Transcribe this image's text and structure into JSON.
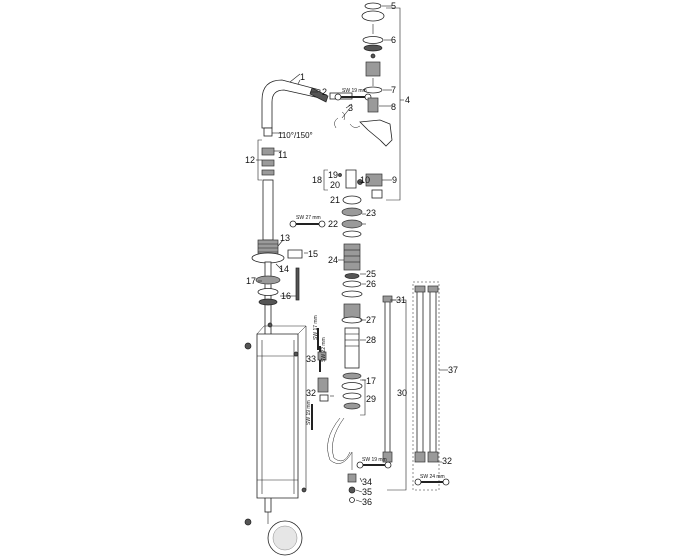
{
  "callouts": {
    "c1": "1",
    "c2": "2",
    "c3": "3",
    "c4": "4",
    "c5": "5",
    "c6": "6",
    "c7": "7",
    "c8": "8",
    "c9": "9",
    "c10": "10",
    "c11": "11",
    "c12": "12",
    "c13": "13",
    "c14": "14",
    "c15": "15",
    "c16": "16",
    "c17a": "17",
    "c17b": "17",
    "c18": "18",
    "c19": "19",
    "c20": "20",
    "c21": "21",
    "c22": "22",
    "c23": "23",
    "c24": "24",
    "c25": "25",
    "c26": "26",
    "c27": "27",
    "c28": "28",
    "c29": "29",
    "c30": "30",
    "c31": "31",
    "c32a": "32",
    "c32b": "32",
    "c33": "33",
    "c34": "34",
    "c35": "35",
    "c36": "36",
    "c37": "37"
  },
  "angle_label": "110°/150°",
  "wrench_labels": {
    "sw19_top": "SW 19 mm",
    "sw27": "SW 27 mm",
    "sw17": "SW 17 mm",
    "sw22": "SW 22 mm",
    "sw19_left": "SW 19 mm",
    "sw19_bottom": "SW 19 mm",
    "sw24": "SW 24 mm"
  }
}
